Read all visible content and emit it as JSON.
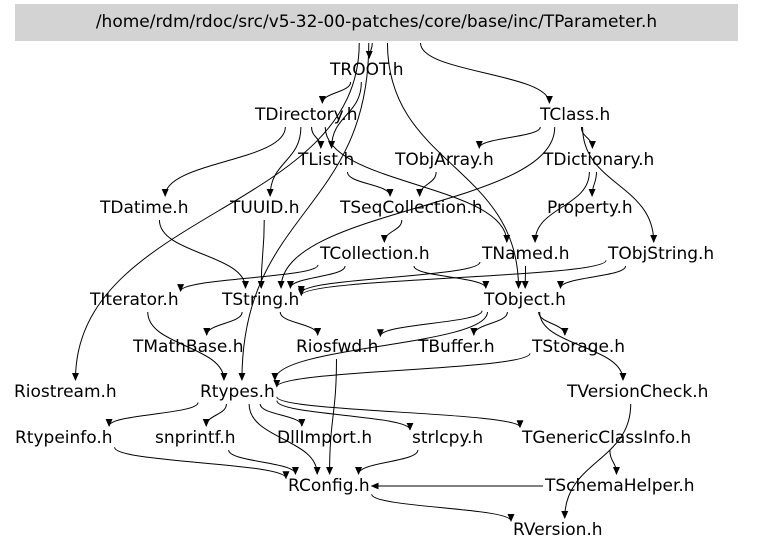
{
  "root": {
    "label": "/home/rdm/rdoc/src/v5-32-00-patches/core/base/inc/TParameter.h"
  },
  "nodes": {
    "troot": "TROOT.h",
    "tdirectory": "TDirectory.h",
    "tclass": "TClass.h",
    "tlist": "TList.h",
    "tobjarray": "TObjArray.h",
    "tdictionary": "TDictionary.h",
    "tdatime": "TDatime.h",
    "tuuid": "TUUID.h",
    "tseqcollection": "TSeqCollection.h",
    "property": "Property.h",
    "tcollection": "TCollection.h",
    "tnamed": "TNamed.h",
    "tobjstring": "TObjString.h",
    "titerator": "TIterator.h",
    "tstring": "TString.h",
    "tobject": "TObject.h",
    "tmathbase": "TMathBase.h",
    "riosfwd": "Riosfwd.h",
    "tbuffer": "TBuffer.h",
    "tstorage": "TStorage.h",
    "riostream": "Riostream.h",
    "rtypes": "Rtypes.h",
    "tversioncheck": "TVersionCheck.h",
    "rtypeinfo": "Rtypeinfo.h",
    "snprintf": "snprintf.h",
    "dllimport": "DllImport.h",
    "strlcpy": "strlcpy.h",
    "tgenericclassinfo": "TGenericClassInfo.h",
    "rconfig": "RConfig.h",
    "tschemahelper": "TSchemaHelper.h",
    "rversion": "RVersion.h"
  },
  "edges": [
    [
      "root",
      "troot"
    ],
    [
      "root",
      "tclass"
    ],
    [
      "root",
      "tobject"
    ],
    [
      "root",
      "riostream"
    ],
    [
      "root",
      "rtypes"
    ],
    [
      "troot",
      "tdirectory"
    ],
    [
      "troot",
      "tlist"
    ],
    [
      "tdirectory",
      "tdatime"
    ],
    [
      "tdirectory",
      "tuuid"
    ],
    [
      "tdirectory",
      "tlist"
    ],
    [
      "tdirectory",
      "tnamed"
    ],
    [
      "tclass",
      "tobjarray"
    ],
    [
      "tclass",
      "tdictionary"
    ],
    [
      "tclass",
      "tobjstring"
    ],
    [
      "tclass",
      "tstring"
    ],
    [
      "tlist",
      "tseqcollection"
    ],
    [
      "tobjarray",
      "tseqcollection"
    ],
    [
      "tdictionary",
      "property"
    ],
    [
      "tdictionary",
      "tnamed"
    ],
    [
      "tdatime",
      "tstring"
    ],
    [
      "tuuid",
      "tstring"
    ],
    [
      "tseqcollection",
      "tcollection"
    ],
    [
      "tcollection",
      "titerator"
    ],
    [
      "tcollection",
      "tstring"
    ],
    [
      "tcollection",
      "tobject"
    ],
    [
      "tnamed",
      "tstring"
    ],
    [
      "tnamed",
      "tobject"
    ],
    [
      "tobjstring",
      "tstring"
    ],
    [
      "tobjstring",
      "tobject"
    ],
    [
      "titerator",
      "rtypes"
    ],
    [
      "tstring",
      "tmathbase"
    ],
    [
      "tstring",
      "riosfwd"
    ],
    [
      "tobject",
      "riosfwd"
    ],
    [
      "tobject",
      "tbuffer"
    ],
    [
      "tobject",
      "tstorage"
    ],
    [
      "tobject",
      "tversioncheck"
    ],
    [
      "tobject",
      "rtypes"
    ],
    [
      "tstorage",
      "rtypes"
    ],
    [
      "tversioncheck",
      "rversion"
    ],
    [
      "riosfwd",
      "rconfig"
    ],
    [
      "rtypes",
      "rtypeinfo"
    ],
    [
      "rtypes",
      "snprintf"
    ],
    [
      "rtypes",
      "dllimport"
    ],
    [
      "rtypes",
      "strlcpy"
    ],
    [
      "rtypes",
      "tgenericclassinfo"
    ],
    [
      "rtypes",
      "rconfig"
    ],
    [
      "rtypeinfo",
      "rconfig"
    ],
    [
      "snprintf",
      "rconfig"
    ],
    [
      "strlcpy",
      "rconfig"
    ],
    [
      "tgenericclassinfo",
      "tschemahelper"
    ],
    [
      "tschemahelper",
      "rconfig"
    ],
    [
      "rconfig",
      "rversion"
    ]
  ]
}
